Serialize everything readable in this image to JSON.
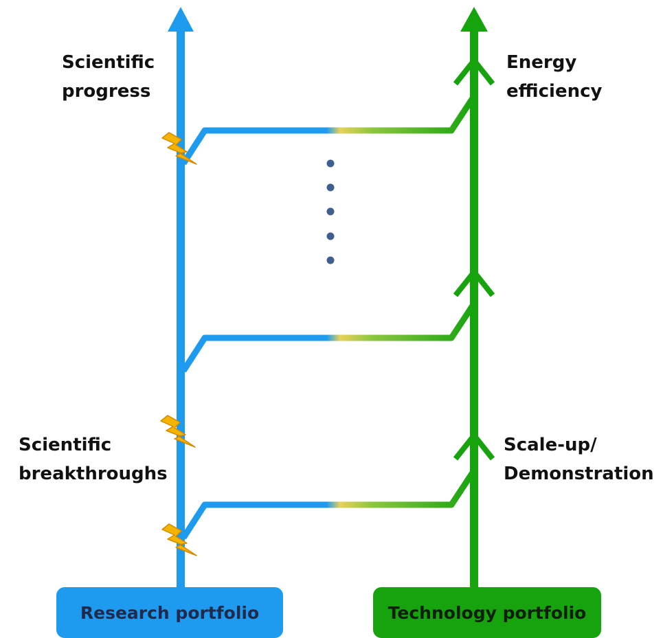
{
  "labels": {
    "scientific_progress": [
      "Scientific",
      "progress"
    ],
    "energy_efficiency": [
      "Energy",
      "efficiency"
    ],
    "scientific_breakthroughs": [
      "Scientific",
      "breakthroughs"
    ],
    "scale_up": [
      "Scale-up/",
      "Demonstration"
    ]
  },
  "portfolios": {
    "research": "Research portfolio",
    "technology": "Technology portfolio"
  },
  "colors": {
    "research_blue": "#1e9bef",
    "technology_green": "#16a30e",
    "transition_yellow": "#e8d25a",
    "lightning": "#f5b400",
    "dots": "#3e5f8f"
  },
  "icons": [
    "arrow-up-icon",
    "lightning-icon",
    "ellipsis-icon"
  ]
}
